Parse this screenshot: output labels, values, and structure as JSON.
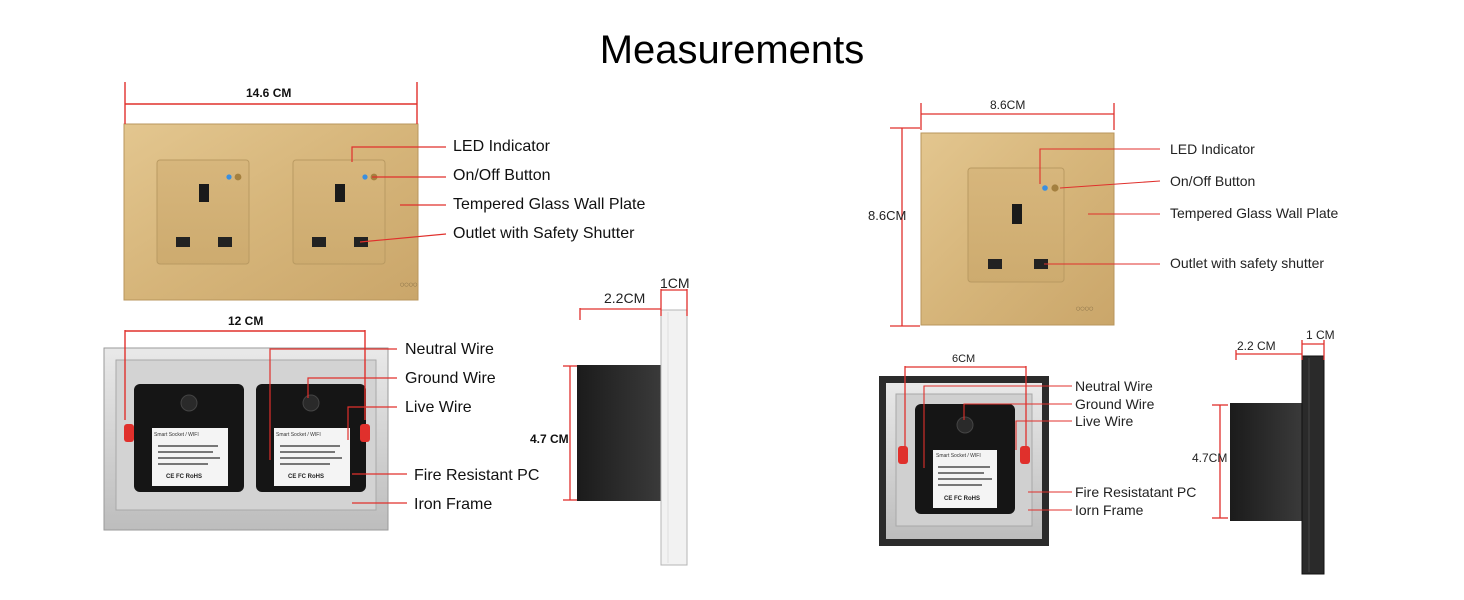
{
  "title": "Measurements",
  "colors": {
    "plate_gold": "#d9b97f",
    "plate_gold_edge": "#c7a467",
    "dimension_red": "#e0302c",
    "led_blue": "#3a8fe0",
    "button_amber": "#b98a3e"
  },
  "double_socket": {
    "width_label": "14.6 CM",
    "back_width_label": "12 CM",
    "depth_label": "2.2CM",
    "glass_label": "1CM",
    "height_label": "4.7 CM",
    "callouts_front": [
      "LED Indicator",
      "On/Off Button",
      "Tempered Glass Wall Plate",
      "Outlet with Safety Shutter"
    ],
    "callouts_back": [
      "Neutral Wire",
      "Ground Wire",
      "Live Wire",
      "Fire Resistant PC",
      "Iron Frame"
    ],
    "module_label": "Smart Socket / WIFI",
    "cert_marks": "CE FC RoHS"
  },
  "single_socket": {
    "width_label": "8.6CM",
    "height_label": "8.6CM",
    "back_width_label": "6CM",
    "depth_label": "2.2 CM",
    "glass_label": "1 CM",
    "side_height_label": "4.7CM",
    "callouts_front": [
      "LED Indicator",
      "On/Off Button",
      "Tempered Glass Wall Plate",
      "Outlet with safety shutter"
    ],
    "callouts_back": [
      "Neutral Wire",
      "Ground Wire",
      "Live Wire",
      "Fire Resistatant PC",
      "Iorn Frame"
    ],
    "module_label": "Smart Socket / WIFI",
    "cert_marks": "CE FC RoHS"
  }
}
